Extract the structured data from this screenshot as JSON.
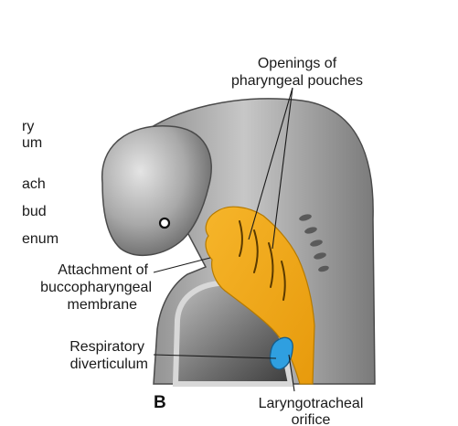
{
  "panel_letter": "B",
  "labels": {
    "openings": [
      "Openings of",
      "pharyngeal pouches"
    ],
    "attachment": [
      "Attachment of",
      "buccopharyngeal",
      "membrane"
    ],
    "respiratory": [
      "Respiratory",
      "diverticulum"
    ],
    "laryngotracheal": [
      "Laryngotracheal",
      "orifice"
    ],
    "clipped_left": [
      "ry",
      "um",
      "ach",
      "bud",
      "enum"
    ]
  },
  "colors": {
    "pharynx": "#f0a818",
    "pharynx_dark": "#c98400",
    "diverticulum": "#2f9fe0",
    "embryo_light": "#c9c9c9",
    "embryo_dark": "#6e6e6e"
  }
}
